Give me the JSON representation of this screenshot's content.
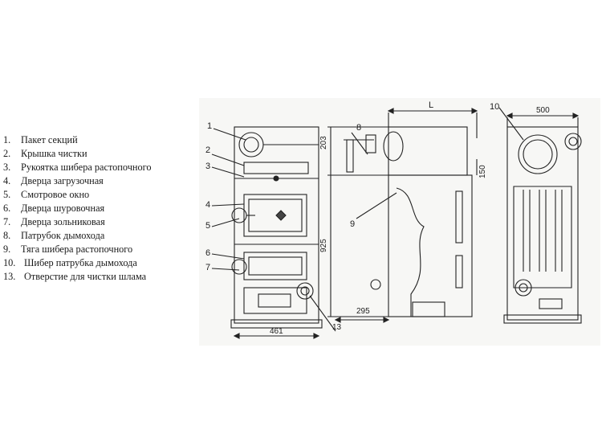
{
  "legend": {
    "items": [
      {
        "num": "1.",
        "label": "Пакет секций"
      },
      {
        "num": "2.",
        "label": "Крышка чистки"
      },
      {
        "num": "3.",
        "label": "Рукоятка шибера растопочного"
      },
      {
        "num": "4.",
        "label": "Дверца загрузочная"
      },
      {
        "num": "5.",
        "label": "Смотровое окно"
      },
      {
        "num": "6.",
        "label": "Дверца шуровочная"
      },
      {
        "num": "7.",
        "label": "Дверца зольниковая"
      },
      {
        "num": "8.",
        "label": "Патрубок дымохода"
      },
      {
        "num": "9.",
        "label": "Тяга шибера растопочного"
      },
      {
        "num": "10.",
        "label": "Шибер патрубка дымохода"
      },
      {
        "num": "13.",
        "label": "Отверстие для чистки шлама"
      }
    ]
  },
  "front_view": {
    "callouts": [
      "1",
      "2",
      "3",
      "4",
      "5",
      "6",
      "7"
    ],
    "dim_width": "461",
    "callout_13": "13"
  },
  "side_view": {
    "dim_length": "L",
    "dim_203": "203",
    "dim_925": "925",
    "dim_295": "295",
    "dim_150": "150",
    "callout_8": "8",
    "callout_9": "9"
  },
  "rear_view": {
    "dim_width": "500",
    "callout_10": "10"
  }
}
